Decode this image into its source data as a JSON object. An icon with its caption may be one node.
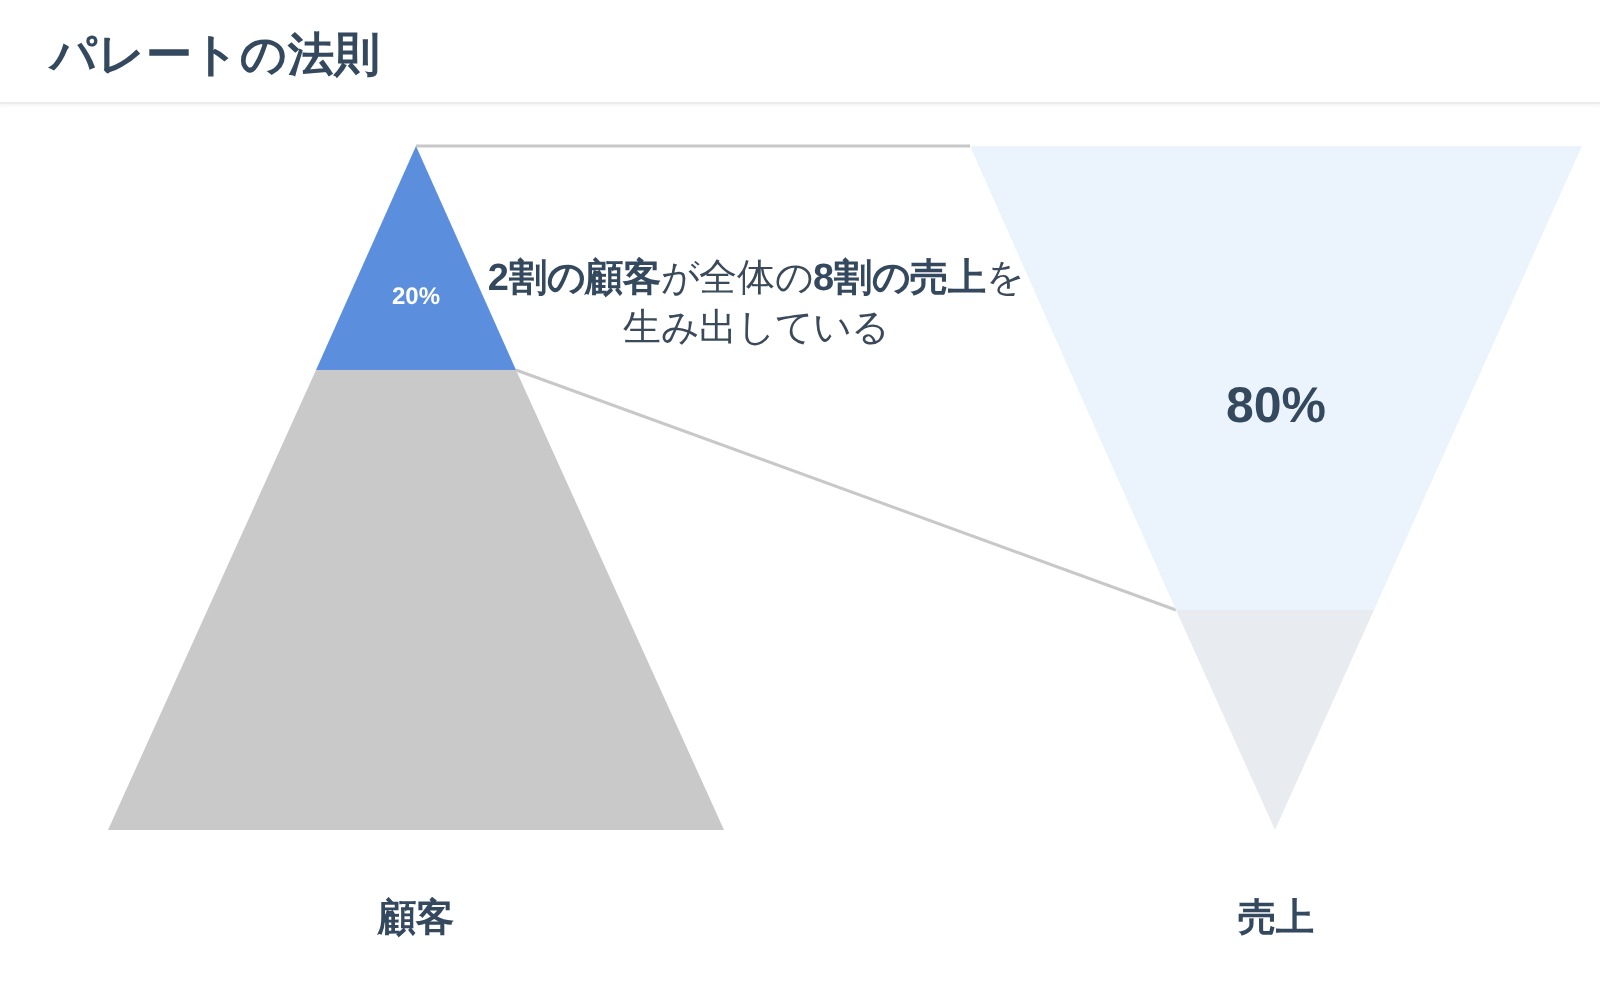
{
  "diagram": {
    "title": "パレートの法則",
    "nodes": [
      {
        "text": [
          "20%"
        ]
      },
      {
        "text": [],
        "shape": "trapezoid"
      },
      {
        "text": [
          "80%"
        ]
      },
      {
        "text": [],
        "shape": "triangle"
      }
    ],
    "edges": [
      {
        "from": 0,
        "to": 2,
        "arrow": "none"
      },
      {
        "from": 0,
        "to": 2,
        "arrow": "none"
      }
    ],
    "labels": [
      "**2割の顧客**が全体の**8割の売上**を生み出している",
      "顧客",
      "売上"
    ]
  }
}
